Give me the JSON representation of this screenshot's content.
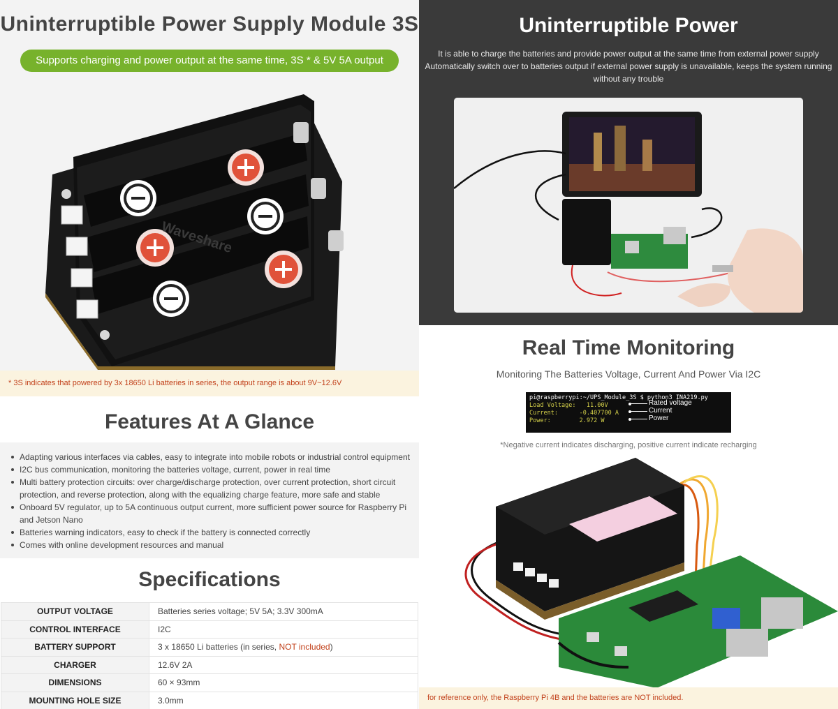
{
  "top_left": {
    "title": "Uninterruptible Power Supply Module 3S",
    "pill": "Supports charging and power output at the same time, 3S * & 5V 5A output",
    "note": "* 3S indicates that powered by 3x 18650 Li batteries in series, the output range is about 9V~12.6V",
    "holder_brand": "Waveshare"
  },
  "top_right": {
    "title": "Uninterruptible Power",
    "desc_lines": [
      "It is able to charge the batteries and provide power output at the same time from external power supply",
      "Automatically switch over to batteries output if external power supply is unavailable, keeps the system running",
      "without any trouble"
    ]
  },
  "monitoring": {
    "title": "Real Time Monitoring",
    "subtitle": "Monitoring The Batteries Voltage, Current And Power Via I2C",
    "terminal": {
      "prompt": "pi@raspberrypi:~/UPS_Module_3S $ python3 INA219.py",
      "rows": [
        {
          "key": "Load Voltage:",
          "value": "11.00V",
          "label": "Rated voltage"
        },
        {
          "key": "Current:",
          "value": "-0.407700 A",
          "label": "Current"
        },
        {
          "key": "Power:",
          "value": "2.972 W",
          "label": "Power"
        }
      ]
    },
    "term_note": "*Negative current indicates discharging, positive current indicate recharging",
    "note": "for reference only, the Raspberry Pi 4B and the batteries are NOT included."
  },
  "features": {
    "title": "Features At A Glance",
    "items": [
      "Adapting various interfaces via cables, easy to integrate into mobile robots or industrial control equipment",
      "I2C bus communication, monitoring the batteries voltage, current, power in real time",
      "Multi battery protection circuits: over charge/discharge protection, over current protection, short circuit protection, and reverse protection, along with the equalizing charge feature, more safe and stable",
      "Onboard 5V regulator, up to 5A continuous output current, more sufficient power source for Raspberry Pi and Jetson Nano",
      "Batteries warning indicators, easy to check if the battery is connected correctly",
      "Comes with online development resources and manual"
    ]
  },
  "specs": {
    "title": "Specifications",
    "rows": [
      {
        "key": "OUTPUT VOLTAGE",
        "value": "Batteries series voltage; 5V 5A; 3.3V 300mA",
        "extra": ""
      },
      {
        "key": "CONTROL INTERFACE",
        "value": "I2C",
        "extra": ""
      },
      {
        "key": "BATTERY SUPPORT",
        "value": "3 x 18650 Li batteries (in series, ",
        "extra": "NOT included",
        "tail": ")"
      },
      {
        "key": "CHARGER",
        "value": "12.6V 2A",
        "extra": ""
      },
      {
        "key": "DIMENSIONS",
        "value": "60 × 93mm",
        "extra": ""
      },
      {
        "key": "MOUNTING HOLE SIZE",
        "value": "3.0mm",
        "extra": ""
      }
    ]
  },
  "colors": {
    "accent_green": "#77b22c",
    "note_red": "#c2421c",
    "dark_panel": "#3a3a3a"
  }
}
